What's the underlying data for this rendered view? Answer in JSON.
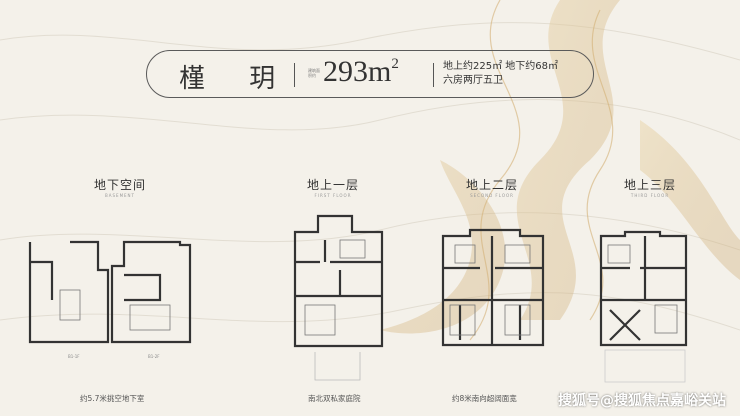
{
  "header": {
    "name": "槿 玥",
    "area_small_label": "建筑面积约",
    "area_value": "293m",
    "area_sup": "2",
    "detail_line1": "地上约225㎡  地下约68㎡",
    "detail_line2": "六房两厅五卫"
  },
  "floors": [
    {
      "title": "地下空间",
      "sub": "BASEMENT",
      "caption": "约5.7米挑空地下室"
    },
    {
      "title": "地上一层",
      "sub": "FIRST FLOOR",
      "caption": "南北双私家庭院"
    },
    {
      "title": "地上二层",
      "sub": "SECOND FLOOR",
      "caption": "约8米南向超阔面宽"
    },
    {
      "title": "地上三层",
      "sub": "THIRD FLOOR",
      "caption": ""
    }
  ],
  "plan_tags": [
    "B1-1F",
    "B1-2F"
  ],
  "watermark": "搜狐号@搜狐焦点嘉峪关站",
  "colors": {
    "background": "#f4f1ea",
    "gold": "#d9b77a",
    "line": "#333333"
  }
}
